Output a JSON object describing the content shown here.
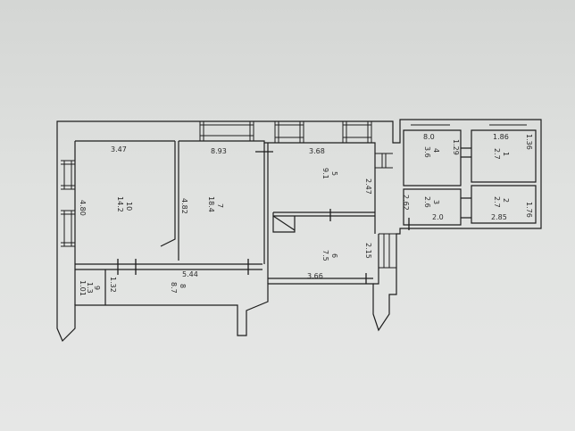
{
  "plan": {
    "dimensions": {
      "d_347": "3.47",
      "d_893": "8.93",
      "d_368": "3.68",
      "d_80": "8.0",
      "d_186": "1.86",
      "d_480": "4.80",
      "d_482": "4.82",
      "d_247": "2.47",
      "d_215": "2.15",
      "d_544": "5.44",
      "d_366": "3.66",
      "d_132": "1.32",
      "d_101": "1.01",
      "d_129": "1.29",
      "d_136": "1.36",
      "d_262": "2.62",
      "d_20": "2.0",
      "d_285": "2.85",
      "d_176": "1.76"
    },
    "rooms": [
      {
        "num": "10",
        "area": "14.2"
      },
      {
        "num": "7",
        "area": "18.4"
      },
      {
        "num": "5",
        "area": "9.1"
      },
      {
        "num": "6",
        "area": "7.5"
      },
      {
        "num": "8",
        "area": "8.7"
      },
      {
        "num": "9",
        "area": "1.3"
      },
      {
        "num": "4",
        "area": "3.6"
      },
      {
        "num": "1",
        "area": "2.7"
      },
      {
        "num": "3",
        "area": "2.6"
      },
      {
        "num": "2",
        "area": "2.7"
      }
    ]
  }
}
